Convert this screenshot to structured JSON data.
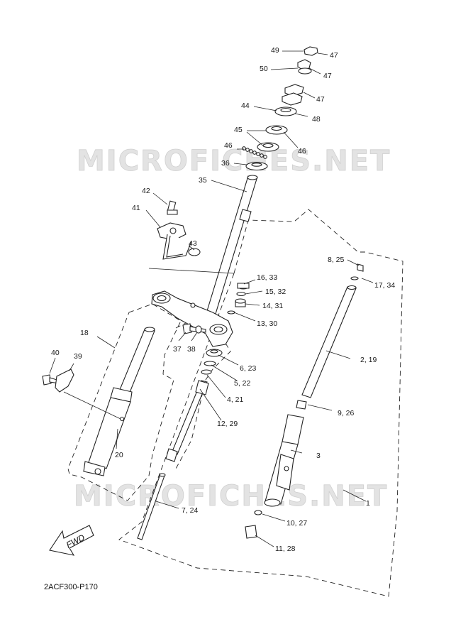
{
  "diagram": {
    "code": "2ACF300-P170",
    "watermark": "MICROFICHES.NET",
    "fwd_label": "FWD",
    "callouts": {
      "c49": "49",
      "c47a": "47",
      "c50": "50",
      "c47b": "47",
      "c47c": "47",
      "c44": "44",
      "c48": "48",
      "c45": "45",
      "c46a": "46",
      "c46b": "46",
      "c36": "36",
      "c35": "35",
      "c42": "42",
      "c41": "41",
      "c43": "43",
      "c8_25": "8, 25",
      "c17_34": "17, 34",
      "c16_33": "16, 33",
      "c15_32": "15, 32",
      "c14_31": "14, 31",
      "c13_30": "13, 30",
      "c18": "18",
      "c37": "37",
      "c38": "38",
      "c40": "40",
      "c39": "39",
      "c6_23": "6, 23",
      "c2_19": "2, 19",
      "c5_22": "5, 22",
      "c4_21": "4, 21",
      "c9_26": "9, 26",
      "c12_29": "12, 29",
      "c3": "3",
      "c20": "20",
      "c7_24": "7, 24",
      "c1": "1",
      "c10_27": "10, 27",
      "c11_28": "11, 28"
    }
  }
}
